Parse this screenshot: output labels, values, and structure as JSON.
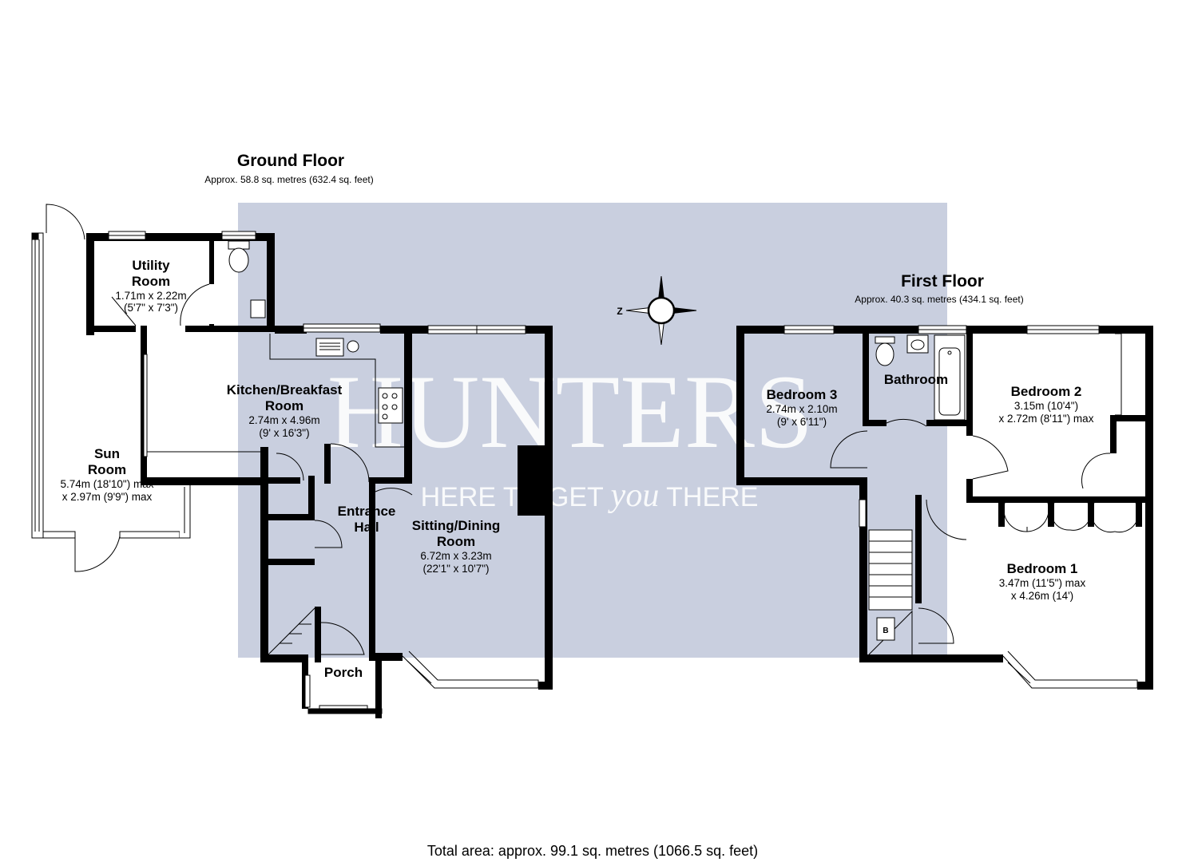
{
  "ground_floor": {
    "title": "Ground Floor",
    "area": "Approx. 58.8 sq. metres (632.4 sq. feet)"
  },
  "first_floor": {
    "title": "First Floor",
    "area": "Approx. 40.3 sq. metres (434.1 sq. feet)"
  },
  "total_area": "Total area: approx. 99.1 sq. metres (1066.5 sq. feet)",
  "watermark": {
    "brand": "HUNTERS",
    "tagline_a": "HERE TO GET ",
    "tagline_b": "you",
    "tagline_c": " THERE",
    "color": "#c9cfdf"
  },
  "compass": {
    "label": "Z"
  },
  "rooms": {
    "utility": {
      "name_1": "Utility",
      "name_2": "Room",
      "dim_1": "1.71m x 2.22m",
      "dim_2": "(5'7\" x 7'3\")"
    },
    "kitchen": {
      "name_1": "Kitchen/Breakfast",
      "name_2": "Room",
      "dim_1": "2.74m x 4.96m",
      "dim_2": "(9' x 16'3\")"
    },
    "sun": {
      "name_1": "Sun",
      "name_2": "Room",
      "dim_1": "5.74m (18'10\") max",
      "dim_2": "x 2.97m (9'9\") max"
    },
    "hall": {
      "name_1": "Entrance",
      "name_2": "Hall"
    },
    "sitting": {
      "name_1": "Sitting/Dining",
      "name_2": "Room",
      "dim_1": "6.72m x 3.23m",
      "dim_2": "(22'1\" x 10'7\")"
    },
    "porch": {
      "name_1": "Porch"
    },
    "bedroom3": {
      "name_1": "Bedroom 3",
      "dim_1": "2.74m x 2.10m",
      "dim_2": "(9' x 6'11\")"
    },
    "bathroom": {
      "name_1": "Bathroom"
    },
    "bedroom2": {
      "name_1": "Bedroom 2",
      "dim_1": "3.15m (10'4\")",
      "dim_2": "x 2.72m (8'11\") max"
    },
    "bedroom1": {
      "name_1": "Bedroom 1",
      "dim_1": "3.47m (11'5\") max",
      "dim_2": "x 4.26m (14')"
    },
    "boiler": {
      "label": "B"
    }
  }
}
